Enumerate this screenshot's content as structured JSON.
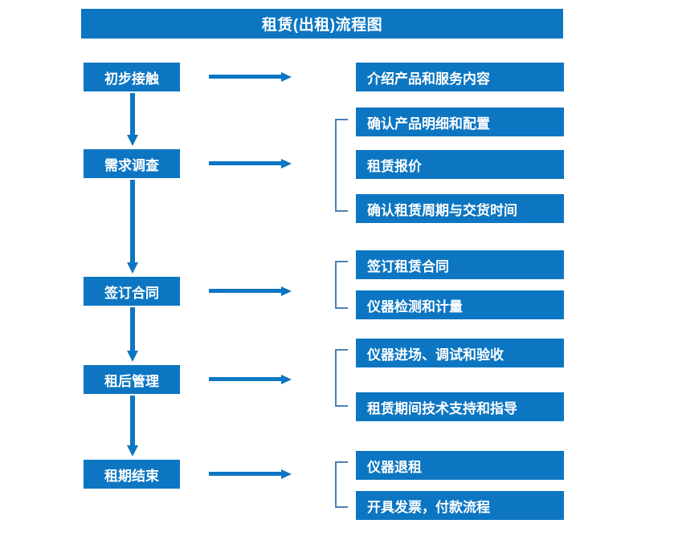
{
  "title": {
    "text": "租赁(出租)流程图"
  },
  "colors": {
    "primary_blue": "#0c76c2",
    "bracket_blue": "#4a80b8",
    "text_on_blue": "#ffffff",
    "background": "#ffffff"
  },
  "flow": {
    "stages": [
      {
        "label": "初步接触"
      },
      {
        "label": "需求调查"
      },
      {
        "label": "签订合同"
      },
      {
        "label": "租后管理"
      },
      {
        "label": "租期结束"
      }
    ],
    "details": [
      {
        "label": "介绍产品和服务内容"
      },
      {
        "label": "确认产品明细和配置"
      },
      {
        "label": "租赁报价"
      },
      {
        "label": "确认租赁周期与交货时间"
      },
      {
        "label": "签订租赁合同"
      },
      {
        "label": "仪器检测和计量"
      },
      {
        "label": "仪器进场、调试和验收"
      },
      {
        "label": "租赁期间技术支持和指导"
      },
      {
        "label": "仪器退租"
      },
      {
        "label": "开具发票，付款流程"
      }
    ],
    "connectors": {
      "horizontal_arrow": "arrow-right",
      "vertical_arrow": "arrow-down",
      "group_bracket": "bracket-left"
    }
  }
}
